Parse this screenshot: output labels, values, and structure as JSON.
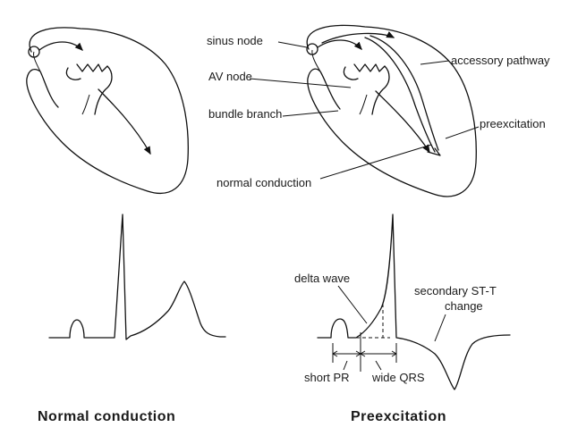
{
  "labels": {
    "sinus_node": "sinus node",
    "av_node": "AV node",
    "bundle_branch": "bundle branch",
    "normal_conduction": "normal conduction",
    "accessory_pathway": "accessory pathway",
    "preexcitation": "preexcitation",
    "delta_wave": "delta wave",
    "secondary_st_t_line1": "secondary ST-T",
    "secondary_st_t_line2": "change",
    "short_pr": "short PR",
    "wide_qrs": "wide QRS"
  },
  "captions": {
    "left": "Normal conduction",
    "right": "Preexcitation"
  }
}
